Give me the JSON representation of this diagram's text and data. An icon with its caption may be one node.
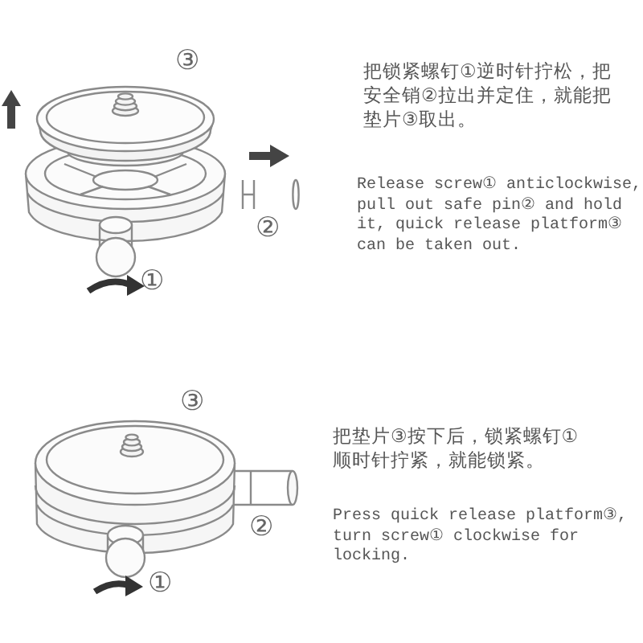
{
  "diagram": {
    "labels": [
      "③",
      "②",
      "①",
      "把锁紧螺钉①逆时针拧松，把安全销②拉出并定住，就能把垫片③取出。",
      "Release screw① anticlockwise, pull out safe pin② and hold it, quick release platform③ can be taken out.",
      "③",
      "②",
      "①",
      "把垫片③按下后，锁紧螺钉①顺时针拧紧，就能锁紧。",
      "Press quick release platform③, turn screw① clockwise for locking."
    ]
  }
}
